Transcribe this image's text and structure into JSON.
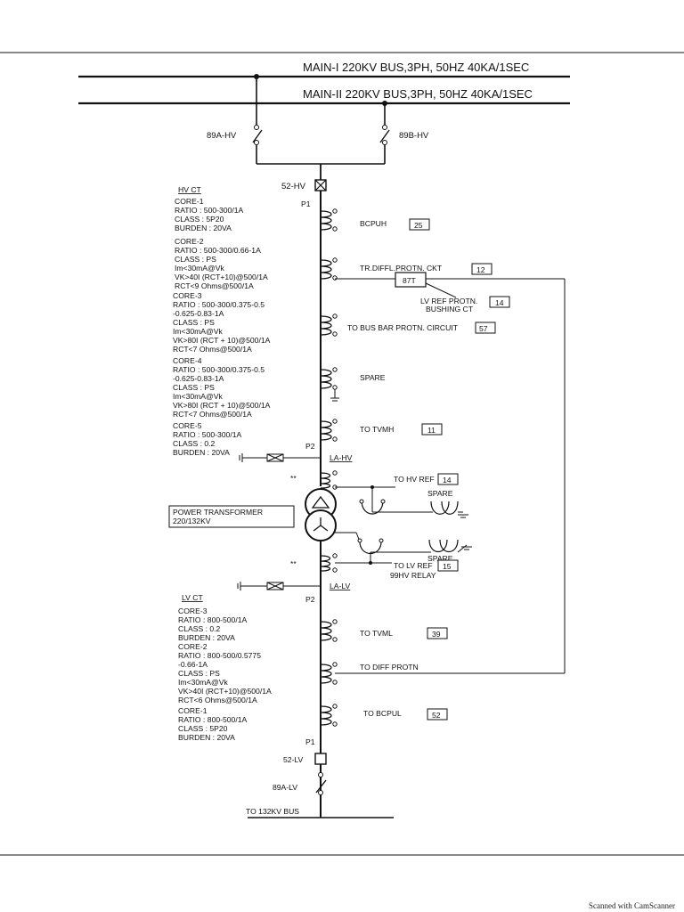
{
  "buses": {
    "main1": "MAIN-I 220KV BUS,3PH, 50HZ 40KA/1SEC",
    "main2": "MAIN-II 220KV BUS,3PH, 50HZ 40KA/1SEC"
  },
  "isolators": {
    "hv_a": "89A-HV",
    "hv_b": "89B-HV",
    "lv_a": "89A-LV"
  },
  "breakers": {
    "hv": "52-HV",
    "lv": "52-LV"
  },
  "markers": {
    "p1": "P1",
    "p2": "P2",
    "dots": "**"
  },
  "hv_ct": {
    "title": "HV CT",
    "core1": {
      "lines": [
        "CORE-1",
        "RATIO : 500-300/1A",
        "CLASS : 5P20",
        "BURDEN : 20VA"
      ],
      "dest": "BCPUH",
      "num": "25"
    },
    "core2": {
      "lines": [
        "CORE-2",
        "RATIO : 500-300/0.66-1A",
        "CLASS : PS",
        "Im<30mA@Vk",
        "VK>40I (RCT+10)@500/1A",
        "RCT<9 Ohms@500/1A"
      ],
      "dest": "TR.DIFFL.PROTN. CKT",
      "num": "12"
    },
    "core3": {
      "lines": [
        "CORE-3",
        "RATIO : 500-300/0.375-0.5",
        "-0.625-0.83-1A",
        "CLASS : PS",
        "Im<30mA@Vk",
        "VK>80I (RCT + 10)@500/1A",
        "RCT<7 Ohms@500/1A"
      ],
      "dest": "TO BUS BAR PROTN. CIRCUIT",
      "num": "57"
    },
    "core4": {
      "lines": [
        "CORE-4",
        "RATIO : 500-300/0.375-0.5",
        "-0.625-0.83-1A",
        "CLASS : PS",
        "Im<30mA@Vk",
        "VK>80I (RCT + 10)@500/1A",
        "RCT<7 Ohms@500/1A"
      ],
      "dest": "SPARE"
    },
    "core5": {
      "lines": [
        "CORE-5",
        "RATIO : 500-300/1A",
        "CLASS : 0.2",
        "BURDEN : 20VA"
      ],
      "dest": "TO TVMH",
      "num": "11"
    }
  },
  "relay87t": {
    "label": "87T",
    "ref_lines": [
      "LV REF PROTN.",
      "BUSHING CT"
    ],
    "ref_num": "14"
  },
  "arresters": {
    "hv": "LA-HV",
    "lv": "LA-LV"
  },
  "transformer": {
    "lines": [
      "POWER TRANSFORMER",
      "220/132KV"
    ]
  },
  "hv_ref": {
    "label": "TO HV REF",
    "num": "14",
    "spare": "SPARE"
  },
  "lv_ref": {
    "label": "TO LV REF",
    "num": "15",
    "relay": "99HV RELAY",
    "spare": "SPARE"
  },
  "lv_ct": {
    "title": "LV CT",
    "core3": {
      "lines": [
        "CORE-3",
        "RATIO : 800-500/1A",
        "CLASS : 0.2",
        "BURDEN : 20VA"
      ],
      "dest": "TO TVML",
      "num": "39"
    },
    "core2": {
      "lines": [
        "CORE-2",
        "RATIO : 800-500/0.5775",
        "-0.66-1A",
        "CLASS : PS",
        "Im<30mA@Vk",
        "VK>40I (RCT+10)@500/1A",
        "RCT<6 Ohms@500/1A"
      ],
      "dest": "TO DIFF PROTN"
    },
    "core1": {
      "lines": [
        "CORE-1",
        "RATIO : 800-500/1A",
        "CLASS : 5P20",
        "BURDEN : 20VA"
      ],
      "dest": "TO BCPUL",
      "num": "52"
    }
  },
  "bottom": "TO 132KV BUS",
  "footer": "Scanned with CamScanner"
}
